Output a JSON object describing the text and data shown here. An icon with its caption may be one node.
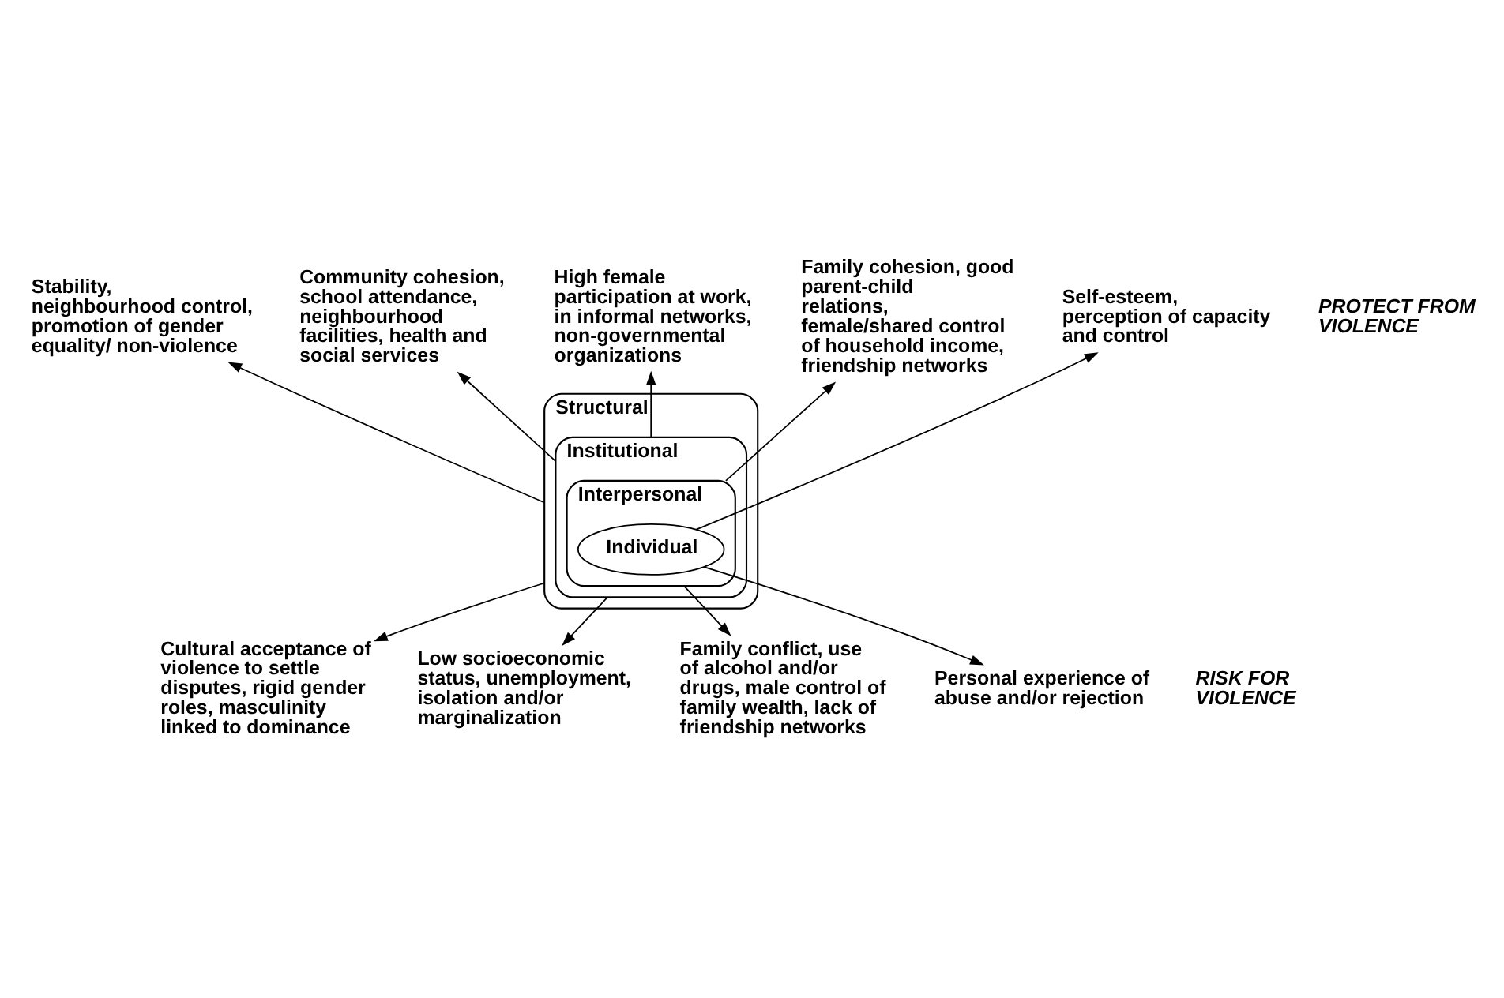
{
  "diagram": {
    "nodes": [
      {
        "text": [
          "Community cohesion, school attendance, neighbourhood facilities, health and social services"
        ]
      },
      {
        "text": [
          "High female participation at work, in informal networks, non-governmental organizations"
        ]
      },
      {
        "text": [
          "Family cohesion, good parent-child relations, female/shared control of household income, friendship networks"
        ]
      },
      {
        "text": [
          "Stability, neighbourhood control, promotion of gender equality/ non-violence"
        ]
      },
      {
        "text": [
          "Self-esteem, perception of capacity and control"
        ]
      },
      {
        "text": [
          "Structural"
        ]
      },
      {
        "text": [
          "Institutional"
        ],
        "in": 5
      },
      {
        "text": [
          "Interpersonal"
        ],
        "in": 6
      },
      {
        "text": [
          "Individual"
        ],
        "in": 7
      },
      {
        "text": [
          "Personal experience of abuse and/or rejection"
        ]
      },
      {
        "text": [
          "Cultural acceptance of violence to settle disputes, rigid gender roles, masculinity linked to dominance"
        ]
      },
      {
        "text": [
          "Family conflict, use of alcohol and/or drugs, male control of family wealth, lack of friendship networks"
        ]
      },
      {
        "text": [
          "Low socioeconomic status, unemployment, isolation and/or marginalization"
        ]
      }
    ],
    "edges": [
      {
        "from": 5,
        "to": 3,
        "arrow": "to"
      },
      {
        "from": 6,
        "to": 0,
        "arrow": "to"
      },
      {
        "from": 6,
        "to": 1,
        "arrow": "to"
      },
      {
        "from": 7,
        "to": 2,
        "arrow": "to"
      },
      {
        "from": 8,
        "to": 4,
        "arrow": "to"
      },
      {
        "from": 8,
        "to": 9,
        "arrow": "to"
      },
      {
        "from": 5,
        "to": 10,
        "arrow": "to"
      },
      {
        "from": 6,
        "to": 12,
        "arrow": "to"
      },
      {
        "from": 7,
        "to": 11,
        "arrow": "to"
      }
    ],
    "labels": [
      "PROTECT FROM VIOLENCE",
      "RISK FOR VIOLENCE"
    ]
  }
}
